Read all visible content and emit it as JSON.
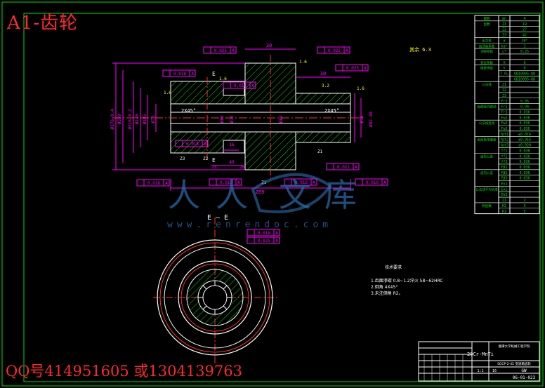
{
  "title": "A1-齿轮",
  "contact": "QQ号414951605 或1304139763",
  "watermark": {
    "chars": [
      "人",
      "人",
      "文",
      "库"
    ],
    "url": "www.renrendoc.com"
  },
  "section_label": "E — E",
  "cut_labels": [
    "E",
    "E"
  ],
  "dims": {
    "top_30": "30",
    "right_30": "30",
    "total_289": "289",
    "lower_40": "40",
    "lower_25": "25",
    "lower_26": "26",
    "cham_left": "2X45°",
    "cham_right": "2X45°",
    "dia_large_1": "Ø376-0.4",
    "dia_large_2": "Ø350",
    "dia_mid_1": "Ø316-0.2",
    "dia_mid_2": "Ø140",
    "dia_mid_3": "Ø185",
    "dia_bore_1": "Ø78",
    "dia_bore_2": "Ø84",
    "dia_bore_3": "Ø74",
    "dia_right_1": "Ø76",
    "dia_right_2": "Ø82.40",
    "slot_16": "16",
    "roughness_16": "1.6",
    "roughness_32": "3.2",
    "roughness_note": "其余 6.3"
  },
  "tolerances": [
    {
      "value": "0.025",
      "ref": "A"
    },
    {
      "value": "0.022",
      "ref": "A"
    },
    {
      "value": "0.025",
      "ref": "A"
    },
    {
      "value": "0.018",
      "ref": "A"
    },
    {
      "value": "0.022",
      "ref": "A"
    },
    {
      "value": "0.010",
      "ref": "A"
    },
    {
      "value": "0.018",
      "ref": "A"
    },
    {
      "value": "0.018",
      "ref": "A"
    },
    {
      "value": "0.010",
      "ref": "A"
    },
    {
      "value": "0.018",
      "ref": "A"
    },
    {
      "value": "0.018",
      "ref": "A"
    }
  ],
  "section_tolerances": [
    {
      "value": "0.018",
      "ref": "A"
    },
    {
      "value": "0.025",
      "ref": "A"
    }
  ],
  "zone_labels": [
    "Z1",
    "Z1",
    "Z3",
    "Z2"
  ],
  "tech_req": {
    "heading": "技术要求",
    "lines": [
      "1.齿面渗碳 0.8~1.2淬火 58~62HRC",
      "2.倒角 4X45°",
      "3.未注倒角 R2。"
    ]
  },
  "param_table": [
    {
      "label": "模数",
      "sym": "mn",
      "val": "4"
    },
    {
      "label": "齿数",
      "sym": "Z1",
      "val": "19"
    },
    {
      "label": "",
      "sym": "Z2",
      "val": "27"
    },
    {
      "label": "",
      "sym": "Z3",
      "val": "42"
    },
    {
      "label": "压力角",
      "sym": "α",
      "val": "20°"
    },
    {
      "label": "齿顶高系数",
      "sym": "ha*",
      "val": "1"
    },
    {
      "label": "顶隙系数",
      "sym": "c*",
      "val": "0.25"
    },
    {
      "label": "",
      "sym": "",
      "val": ""
    },
    {
      "label": "变位系数",
      "sym": "X",
      "val": "0"
    },
    {
      "label": "精度等级",
      "sym": "h",
      "val": "0"
    },
    {
      "label": "",
      "sym": "7 FL",
      "val": "GB10095-88"
    },
    {
      "label": "",
      "sym": "",
      "val": "GB10095-88"
    },
    {
      "label": "公法线",
      "sym": "Z1",
      "val": ""
    },
    {
      "label": "",
      "sym": "Z2",
      "val": ""
    },
    {
      "label": "",
      "sym": "Z3",
      "val": ""
    },
    {
      "label": "",
      "sym": "Fr1",
      "val": "0.05"
    },
    {
      "label": "齿圈径向跳动",
      "sym": "Fr2",
      "val": "0.04"
    },
    {
      "label": "",
      "sym": "Fr3",
      "val": "0.036"
    },
    {
      "label": "",
      "sym": "Fw1",
      "val": "0.036"
    },
    {
      "label": "公法线变动",
      "sym": "Fw2",
      "val": "0.036"
    },
    {
      "label": "",
      "sym": "Fw3",
      "val": "0.036"
    },
    {
      "label": "",
      "sym": "fpt1",
      "val": "±0.016"
    },
    {
      "label": "齿距极限偏差",
      "sym": "fpt2",
      "val": "±0.016"
    },
    {
      "label": "",
      "sym": "fpt3",
      "val": "±0.020"
    },
    {
      "label": "",
      "sym": "ff1",
      "val": "0.036"
    },
    {
      "label": "齿形公差",
      "sym": "ff2",
      "val": "0.036"
    },
    {
      "label": "",
      "sym": "ff3",
      "val": "0.036"
    },
    {
      "label": "",
      "sym": "Fβ1",
      "val": "0.036"
    },
    {
      "label": "齿向公差",
      "sym": "Fβ2",
      "val": "0.036"
    },
    {
      "label": "",
      "sym": "Fβ3",
      "val": "0.036"
    },
    {
      "label": "",
      "sym": "Ek1",
      "val": ""
    },
    {
      "label": "公法线平均长度",
      "sym": "Ek2",
      "val": ""
    },
    {
      "label": "",
      "sym": "Ek3",
      "val": ""
    },
    {
      "label": "",
      "sym": "Z1",
      "val": "2"
    },
    {
      "label": "跨齿数",
      "sym": "K2",
      "val": "3"
    },
    {
      "label": "",
      "sym": "K3",
      "val": "5"
    }
  ],
  "title_block": {
    "school": "湘潭大学机械工程学院",
    "drawing_title": "SGCP-2-45 变速箱齿轮",
    "material": "20Cr-MnTi",
    "scale": "1:1",
    "sheet": "16",
    "weight": "GW",
    "code": "06-01-023"
  }
}
